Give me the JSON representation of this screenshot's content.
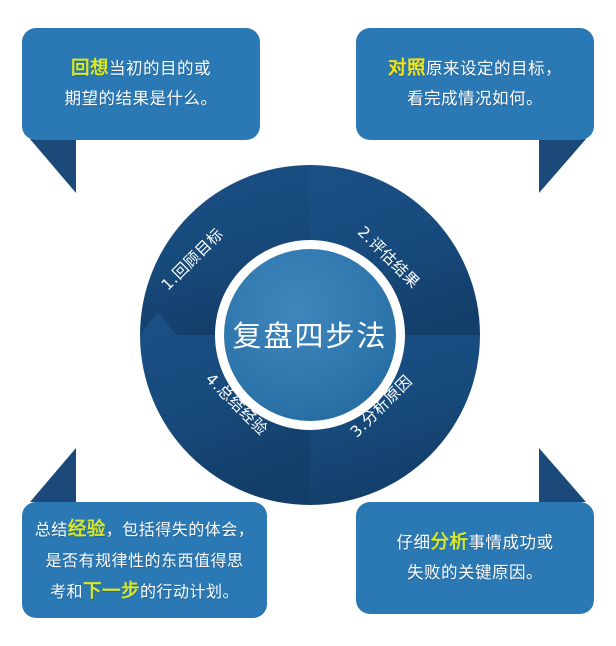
{
  "palette": {
    "box_blue": "#2a78b4",
    "tail_navy": "#1b4a7a",
    "ring_navy": "#174a7c",
    "inner_circle": "#2a72a8",
    "highlight_green": "#d7e82a",
    "highlight_yellow": "#f4e513",
    "background": "#ffffff",
    "text": "#ffffff"
  },
  "center": {
    "title": "复盘四步法"
  },
  "steps": [
    {
      "index": "1",
      "label": "1.回顾目标"
    },
    {
      "index": "2",
      "label": "2.评估结果"
    },
    {
      "index": "3",
      "label": "3.分析原因"
    },
    {
      "index": "4",
      "label": "4.总结经验"
    }
  ],
  "callouts": {
    "top_left": {
      "lines": [
        [
          {
            "text": "回想",
            "style": "highlight-green"
          },
          {
            "text": "当初的目的或",
            "style": "normal"
          }
        ],
        [
          {
            "text": "期望的结果是什么。",
            "style": "normal"
          }
        ]
      ],
      "full_text": "回想当初的目的或期望的结果是什么。"
    },
    "top_right": {
      "lines": [
        [
          {
            "text": "对照",
            "style": "highlight-yellow"
          },
          {
            "text": "原来设定的目标，",
            "style": "normal"
          }
        ],
        [
          {
            "text": "看完成情况如何。",
            "style": "normal"
          }
        ]
      ],
      "full_text": "对照原来设定的目标，看完成情况如何。"
    },
    "bottom_left": {
      "lines": [
        [
          {
            "text": "总结",
            "style": "normal"
          },
          {
            "text": "经验",
            "style": "highlight-green"
          },
          {
            "text": "，包括得失的体会，",
            "style": "normal"
          }
        ],
        [
          {
            "text": "是否有规律性的东西值得思",
            "style": "normal"
          }
        ],
        [
          {
            "text": "考和",
            "style": "normal"
          },
          {
            "text": "下一步",
            "style": "highlight-green"
          },
          {
            "text": "的行动计划。",
            "style": "normal"
          }
        ]
      ],
      "full_text": "总结经验，包括得失的体会，是否有规律性的东西值得思考和下一步的行动计划。"
    },
    "bottom_right": {
      "lines": [
        [
          {
            "text": "仔细",
            "style": "normal"
          },
          {
            "text": "分析",
            "style": "highlight-green"
          },
          {
            "text": "事情成功或",
            "style": "normal"
          }
        ],
        [
          {
            "text": "失败的关键原因。",
            "style": "normal"
          }
        ]
      ],
      "full_text": "仔细分析事情成功或失败的关键原因。"
    }
  }
}
